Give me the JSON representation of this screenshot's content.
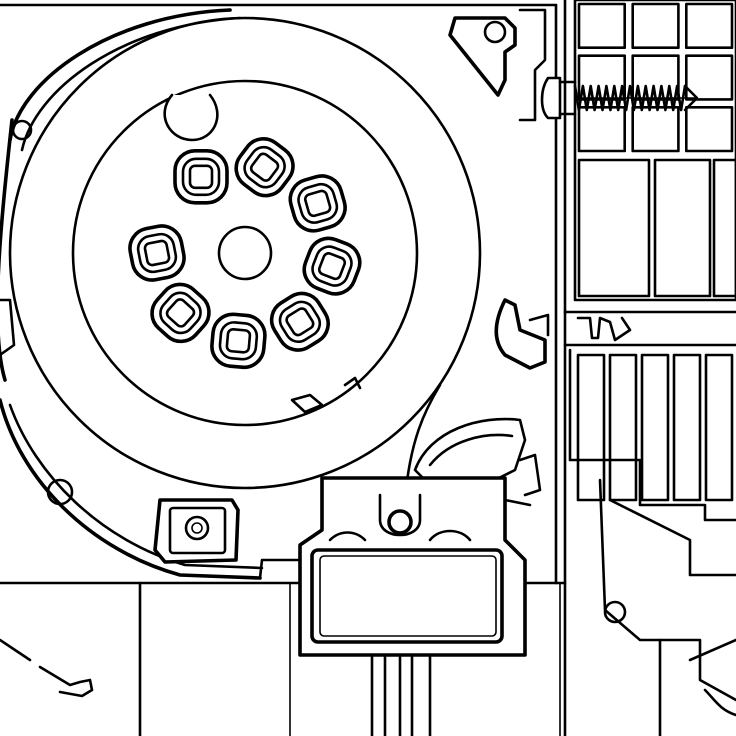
{
  "diagram": {
    "kind": "technical cross-section line drawing",
    "colors": {
      "stroke": "#000000",
      "background": "#ffffff"
    },
    "labels": [],
    "drum": {
      "cable_holes": 8
    },
    "screw": {
      "thread_turns": 14
    },
    "right_profile": {
      "cell_columns": 3,
      "cell_rows": 3,
      "slat_count": 5
    }
  }
}
